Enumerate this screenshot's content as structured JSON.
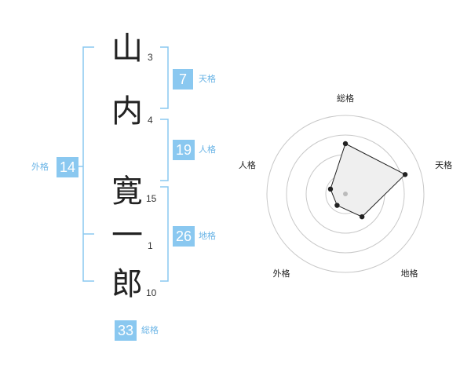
{
  "name_chars": [
    {
      "char": "山",
      "strokes": "3"
    },
    {
      "char": "内",
      "strokes": "4"
    },
    {
      "char": "寛",
      "strokes": "15"
    },
    {
      "char": "一",
      "strokes": "1"
    },
    {
      "char": "郎",
      "strokes": "10"
    }
  ],
  "fortunes": {
    "tenkaku": {
      "value": "7",
      "label": "天格"
    },
    "jinkaku": {
      "value": "19",
      "label": "人格"
    },
    "chikaku": {
      "value": "26",
      "label": "地格"
    },
    "gaikaku": {
      "value": "14",
      "label": "外格"
    },
    "soukaku": {
      "value": "33",
      "label": "総格"
    }
  },
  "radar": {
    "axis_labels": [
      "総格",
      "天格",
      "地格",
      "外格",
      "人格"
    ],
    "levels": 4,
    "values": [
      3.2,
      4.0,
      1.8,
      0.9,
      1.0
    ],
    "max": 5,
    "colors": {
      "fill": "#efefef",
      "line": "#222222",
      "grid": "#c8c8c8",
      "center": "#bbbbbb"
    }
  },
  "colors": {
    "accent": "#8ac8f0",
    "label": "#6ab4e6",
    "bracket": "#8ac8f0"
  }
}
